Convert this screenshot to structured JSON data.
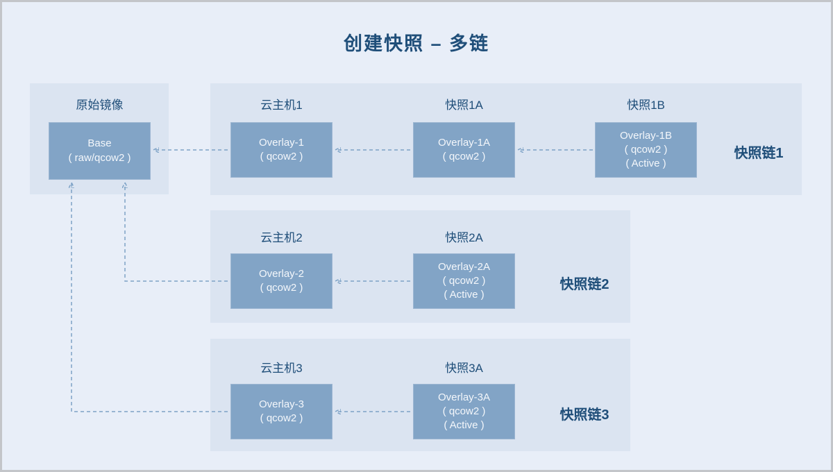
{
  "title": "创建快照 – 多链",
  "colors": {
    "accent_dark": "#1f4e79",
    "page_bg": "#e8eef8",
    "panel_bg": "#dbe4f1",
    "box_fill": "#82a4c6",
    "box_text": "#f4f7fb",
    "arrow": "#7da2c6",
    "outer_border": "#c3c5c9"
  },
  "base_panel": {
    "header": "原始镜像",
    "box": [
      "Base",
      "( raw/qcow2 )"
    ]
  },
  "chains": [
    {
      "label": "快照链1",
      "columns": [
        {
          "header": "云主机1",
          "box": [
            "Overlay-1",
            "( qcow2 )"
          ]
        },
        {
          "header": "快照1A",
          "box": [
            "Overlay-1A",
            "( qcow2 )"
          ]
        },
        {
          "header": "快照1B",
          "box": [
            "Overlay-1B",
            "( qcow2 )",
            "( Active )"
          ]
        }
      ]
    },
    {
      "label": "快照链2",
      "columns": [
        {
          "header": "云主机2",
          "box": [
            "Overlay-2",
            "( qcow2 )"
          ]
        },
        {
          "header": "快照2A",
          "box": [
            "Overlay-2A",
            "( qcow2 )",
            "( Active )"
          ]
        }
      ]
    },
    {
      "label": "快照链3",
      "columns": [
        {
          "header": "云主机3",
          "box": [
            "Overlay-3",
            "( qcow2 )"
          ]
        },
        {
          "header": "快照3A",
          "box": [
            "Overlay-3A",
            "( qcow2 )",
            "( Active )"
          ]
        }
      ]
    }
  ]
}
